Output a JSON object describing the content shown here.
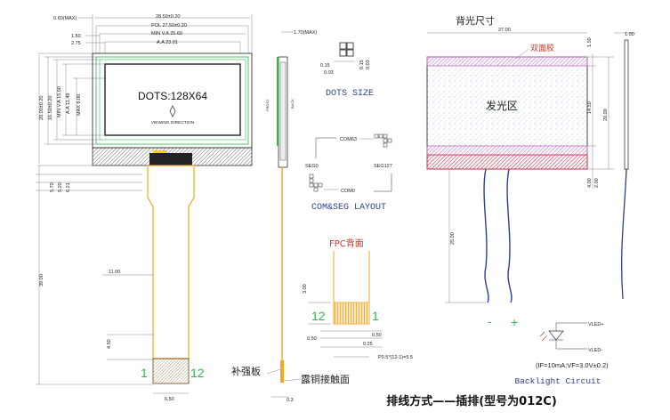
{
  "front": {
    "dims_top": [
      "0.60(MAX)",
      "28.50±0.20",
      "POL 27.50±0.20",
      "1.50",
      "MIN V.A 25.60",
      "2.75",
      "A.A 23.01"
    ],
    "dims_left": [
      "20.00±0.20",
      "16.50±0.20",
      "MIN V.A 15.50",
      "A.A 11.49",
      "MAX 6.00"
    ],
    "dims_left_lower": [
      "5.70",
      "5.20",
      "6.21"
    ],
    "dots_label": "DOTS:128X64",
    "viewing_direction": "VIEWING DIRECTION",
    "fpc_width": "11.00",
    "total_length": "39.00",
    "tab_height": "4.50",
    "tab_width": "6.50",
    "pin_first": "1",
    "pin_last": "12"
  },
  "side": {
    "thickness": "1.70(MAX)",
    "front_label": "FRONT",
    "back_label": "BACK",
    "bottom_dim": "0.3",
    "stiffener_label": "补强板",
    "contact_label": "露铜接触面"
  },
  "dots": {
    "dims": [
      "0.15",
      "0.03",
      "0.15",
      "0.03"
    ],
    "title": "DOTS SIZE"
  },
  "layout": {
    "com63": "COM63",
    "seg0": "SEG0",
    "seg127": "SEG127",
    "com0": "COM0",
    "title": "COM&SEG LAYOUT"
  },
  "fpc_back": {
    "title": "FPC背面",
    "height": "3.00",
    "pin_left": "12",
    "pin_right": "1",
    "dim_a": "0.50",
    "dim_b": "0.50",
    "dim_c": "0.25",
    "pitch": "P0.5*(12-1)=5.5"
  },
  "backlight": {
    "title": "背光尺寸",
    "width": "27.00",
    "tape_label": "双面胶",
    "emit_label": "发光区",
    "right_dims": [
      "1.50",
      "14.50",
      "20.00",
      "4.00",
      "2.00"
    ],
    "thickness": "1.00",
    "lead_length": "25.00",
    "minus": "-",
    "plus": "+",
    "vled_plus": "VLED+",
    "vled_minus": "VLED-",
    "spec": "(IF=10mA;VF=3.0V±0.2)",
    "circuit_title": "Backlight Circuit"
  },
  "caption": "排线方式——插排(型号为012C)",
  "colors": {
    "outline": "#333333",
    "fpc": "#f5a623",
    "fpc_fill": "#fde9b8",
    "green": "#2db84b",
    "hatch_pink": "#c86ac8",
    "hatch_red": "#d9304c",
    "dim_text": "#222222",
    "title_red": "#c0392b",
    "layout_blue": "#2f3f8f"
  }
}
